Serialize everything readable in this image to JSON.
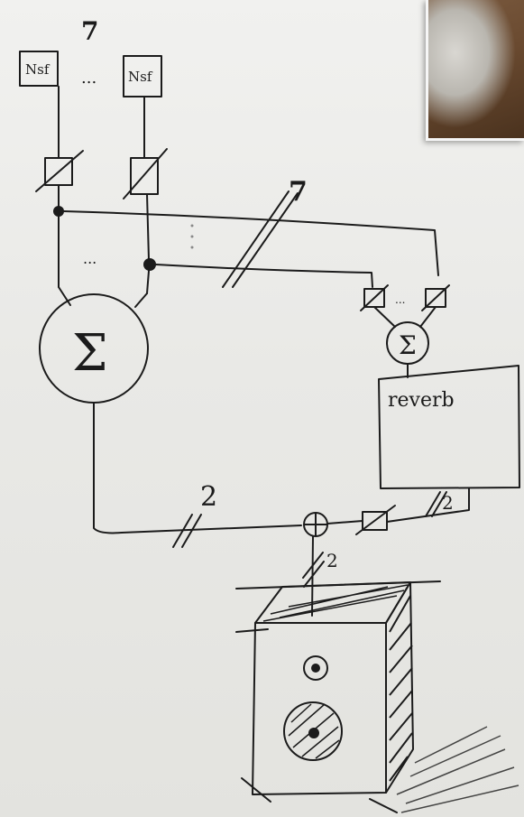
{
  "diagram": {
    "channel_count": "7",
    "source_label_left": "Nsf",
    "source_label_right": "Nsf",
    "source_ellipsis": "...",
    "bus_width_label": "7",
    "mid_ellipsis": "...",
    "sum_main_symbol": "Σ",
    "sum_reverb_symbol": "Σ",
    "reverb_label": "reverb",
    "stereo_bus_label": "2",
    "reverb_out_label": "2",
    "speaker_feed_label": "2",
    "mix_node_symbol": "+"
  },
  "colors": {
    "ink": "#1b1b1b",
    "paper": "#ecece9"
  },
  "photo_inset": {
    "present": true
  }
}
